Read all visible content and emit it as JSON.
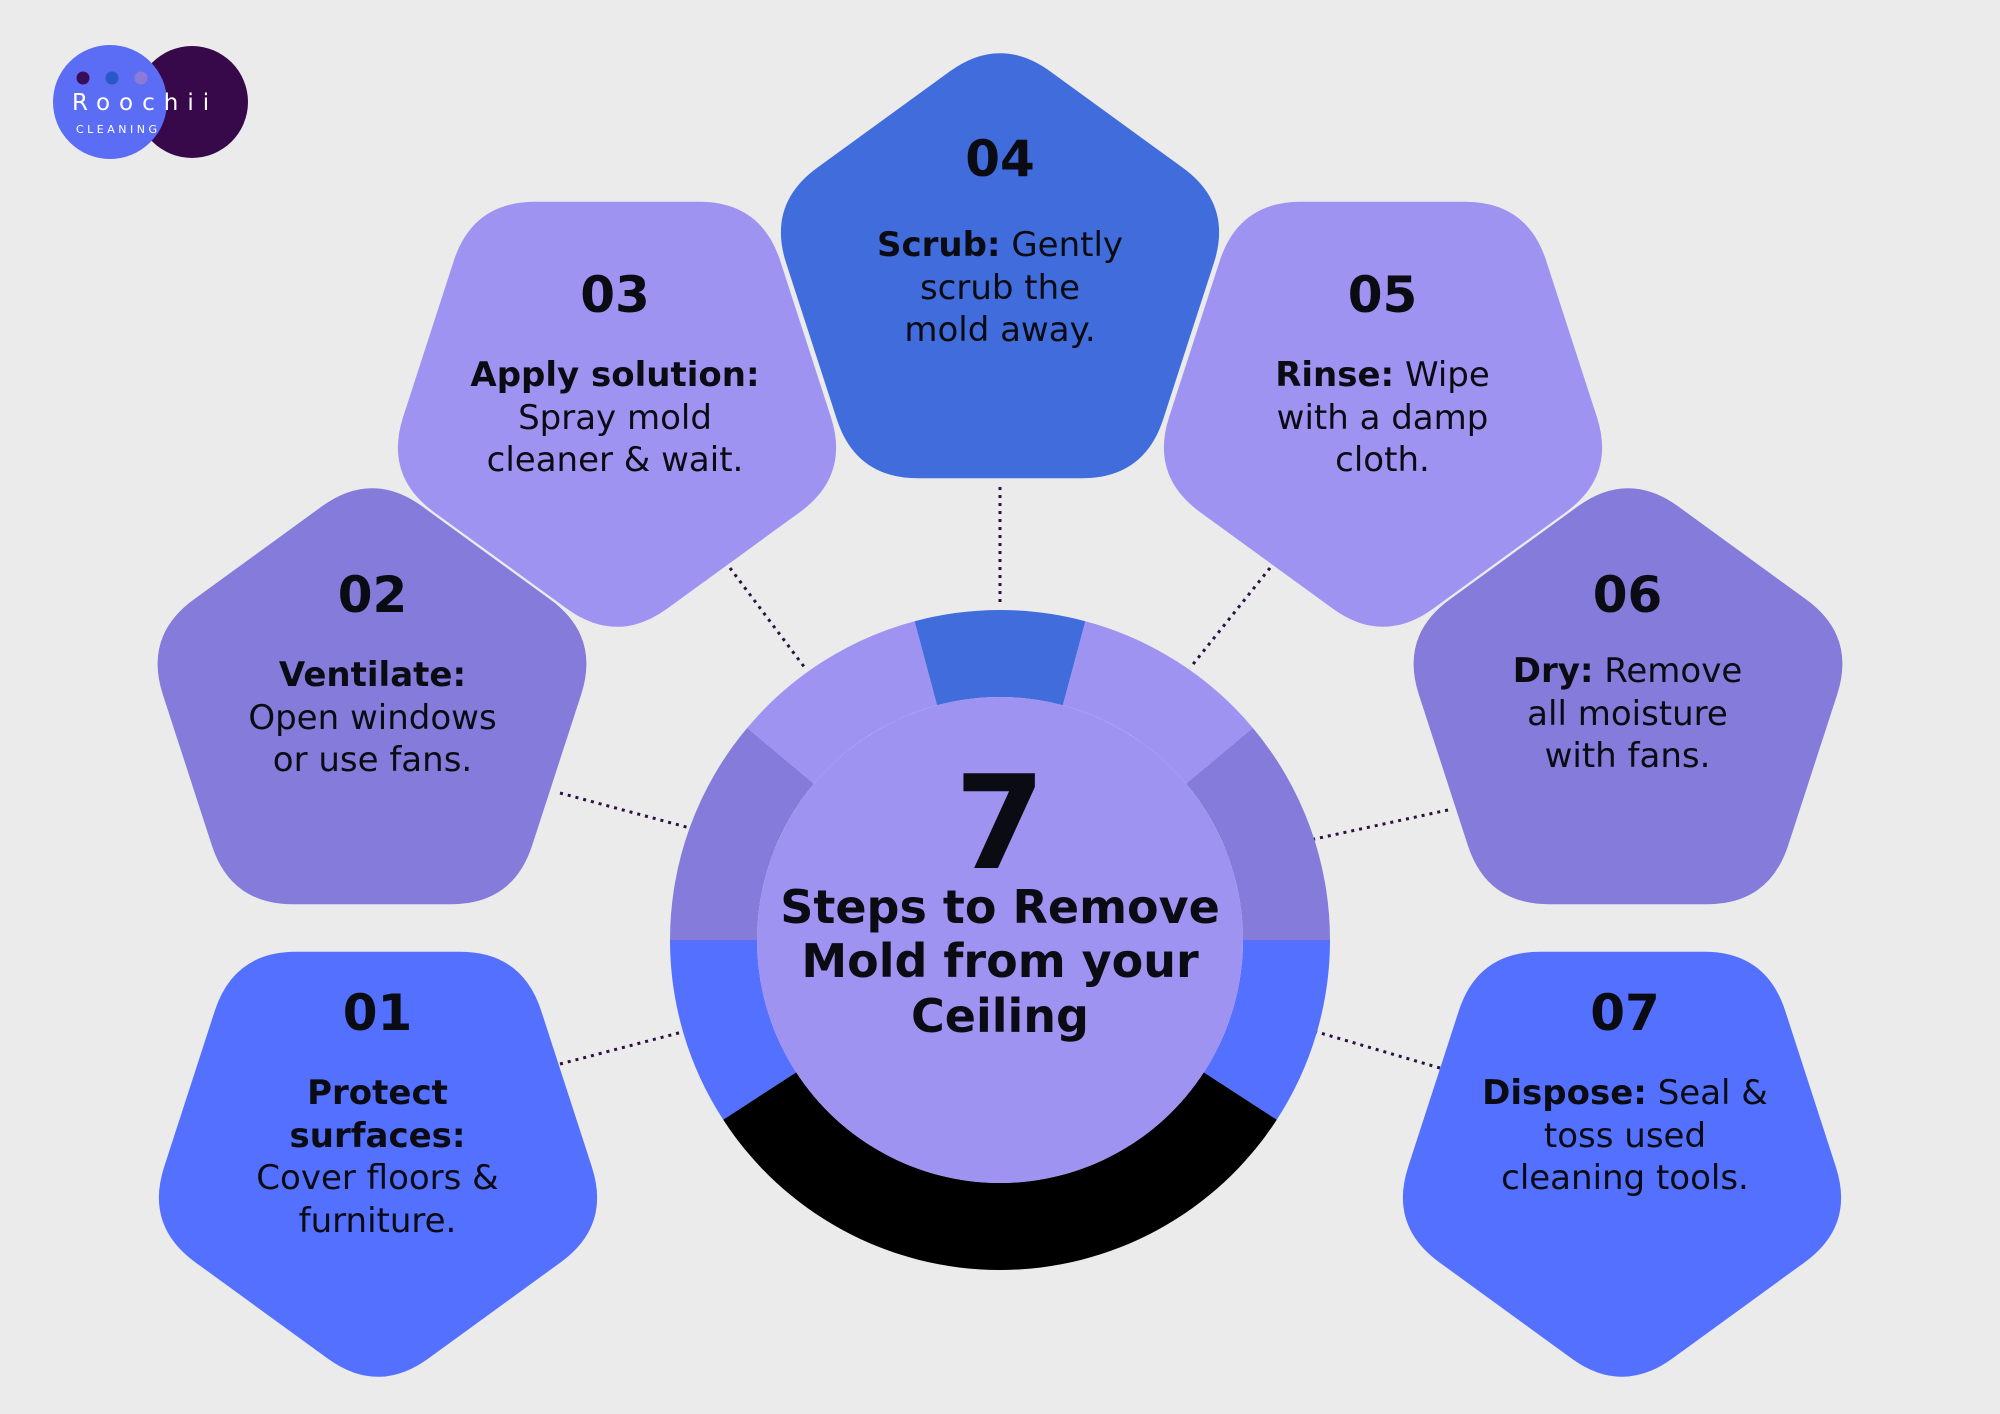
{
  "brand": {
    "name": "Roochii",
    "tagline": "CLEANING",
    "colors": {
      "main_circle": "#5b6cf5",
      "back_circle": "#37084a",
      "dots": [
        "#3a0d5a",
        "#2a56c6",
        "#8d7ad8"
      ]
    }
  },
  "hub": {
    "number": "7",
    "title": "Steps to Remove Mold from your Ceiling",
    "ring_colors": [
      "#5470fe",
      "#847bda",
      "#9f93f2",
      "#416ddc",
      "#9f93f2",
      "#847bda",
      "#5470fe",
      "#000000"
    ]
  },
  "steps": [
    {
      "number": "01",
      "title": "Protect surfaces:",
      "text": "Cover floors & furniture.",
      "color": "#5470fe"
    },
    {
      "number": "02",
      "title": "Ventilate:",
      "text": "Open windows or use fans.",
      "color": "#847bda"
    },
    {
      "number": "03",
      "title": "Apply solution:",
      "text": "Spray mold cleaner & wait.",
      "color": "#9f93f2"
    },
    {
      "number": "04",
      "title": "Scrub:",
      "text": "Gently scrub the mold away.",
      "color": "#416ddc"
    },
    {
      "number": "05",
      "title": "Rinse:",
      "text": "Wipe with a damp cloth.",
      "color": "#9f93f2"
    },
    {
      "number": "06",
      "title": "Dry:",
      "text": "Remove all moisture with fans.",
      "color": "#847bda"
    },
    {
      "number": "07",
      "title": "Dispose:",
      "text": "Seal & toss used cleaning tools.",
      "color": "#5470fe"
    }
  ]
}
